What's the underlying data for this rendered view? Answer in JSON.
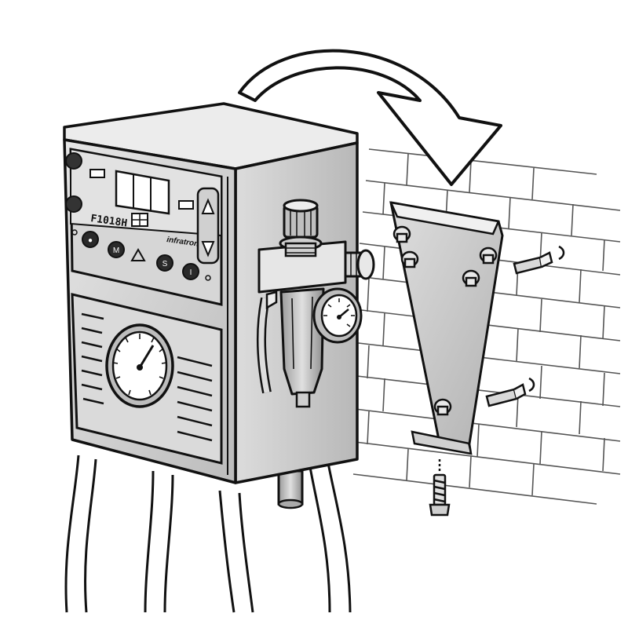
{
  "unit": {
    "model_label": "F1018H",
    "brand_label": "infratron",
    "buttons": [
      {
        "glyph": "●",
        "name": "left-button"
      },
      {
        "glyph": "M",
        "name": "m-button"
      },
      {
        "glyph": "S",
        "name": "s-button"
      },
      {
        "glyph": "I",
        "name": "i-button"
      }
    ],
    "warning_icon": "warning-triangle-icon",
    "side_buttons": [
      "up-arrow-icon",
      "down-arrow-icon"
    ]
  },
  "arrow": {
    "icon": "curved-arrow-icon"
  },
  "colors": {
    "outline": "#111111",
    "metal_light": "#e2e2e2",
    "metal_mid": "#c8c8c8",
    "metal_dark": "#9e9e9e",
    "background": "#ffffff"
  }
}
